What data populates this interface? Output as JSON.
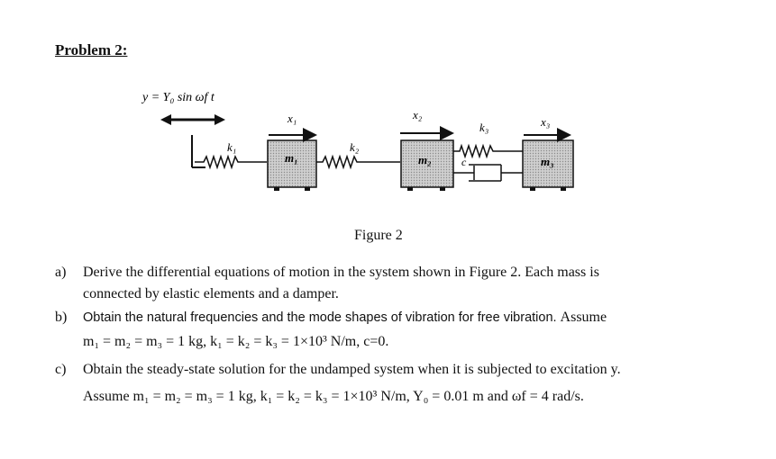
{
  "problem_title": "Problem 2:",
  "figure": {
    "input_label": "y = Y₀ sin ωf t",
    "x1": "x₁",
    "x2": "x₂",
    "x3": "x₃",
    "k1": "k₁",
    "k2": "k₂",
    "k3": "k₃",
    "m1": "m₁",
    "m2": "m₂",
    "m3": "m₃",
    "c": "c",
    "caption": "Figure 2"
  },
  "questions": [
    {
      "label": "a)",
      "line1": "Derive the differential equations of motion in the system shown in Figure 2. Each mass is",
      "line2": "connected by elastic elements and a damper."
    },
    {
      "label": "b)",
      "line1": "Obtain the natural frequencies and the mode shapes of vibration for free vibration.",
      "line1_tail": "Assume",
      "line2": "m₁ = m₂ = m₃ = 1 kg, k₁ = k₂ = k₃ = 1×10³ N/m, c=0."
    },
    {
      "label": "c)",
      "line1": "Obtain the steady-state solution for the undamped system when it is subjected to excitation y.",
      "line2": "Assume m₁ = m₂ = m₃ = 1 kg, k₁ = k₂ = k₃ = 1×10³ N/m, Y₀ = 0.01 m and ωf = 4 rad/s."
    }
  ]
}
